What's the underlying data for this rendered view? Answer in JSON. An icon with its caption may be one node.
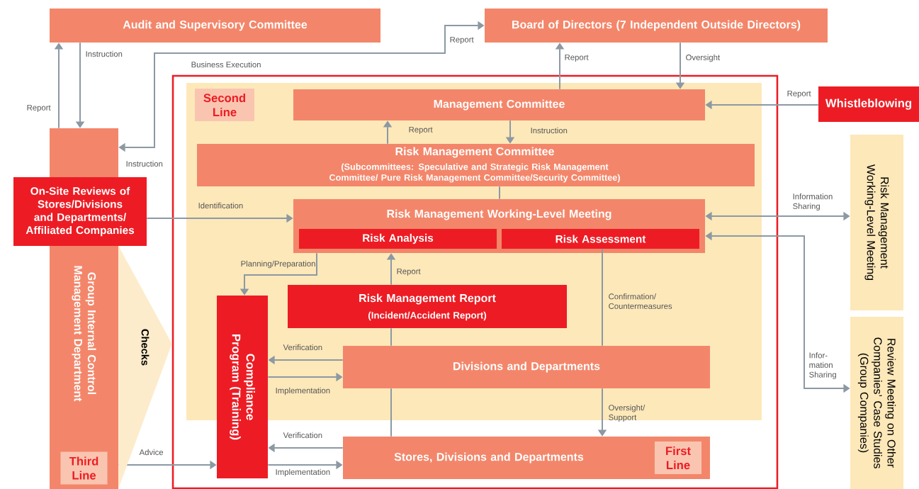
{
  "diagram": {
    "nodes": [
      {
        "text": [
          "Audit and Supervisory Committee"
        ]
      },
      {
        "text": [
          "Board of Directors (7 Independent Outside Directors)"
        ]
      },
      {
        "text": [
          "Group Internal Control Management Department",
          "Third Line"
        ]
      },
      {
        "text": [
          "On-Site Reviews of Stores/Divisions and Departments/ Affiliated Companies"
        ]
      },
      {
        "text": [],
        "shape": "box"
      },
      {
        "text": [
          "Second Line"
        ],
        "in": 4
      },
      {
        "text": [
          "Management Committee"
        ],
        "in": 5
      },
      {
        "text": [
          "Risk Management Committee",
          "(Subcommittees: Speculative and Strategic Risk Management Committee/ Pure Risk Management Committee/Security Committee)"
        ],
        "in": 5
      },
      {
        "text": [
          "Risk Management Working-Level Meeting"
        ],
        "in": 5
      },
      {
        "text": [
          "Risk Analysis"
        ],
        "in": 8
      },
      {
        "text": [
          "Risk Assessment"
        ],
        "in": 8
      },
      {
        "text": [
          "Compliance Program (Training)"
        ],
        "in": 4
      },
      {
        "text": [
          "Risk Management Report",
          "(Incident/Accident Report)"
        ],
        "in": 5
      },
      {
        "text": [
          "Divisions and Departments"
        ],
        "in": 5
      },
      {
        "text": [
          "Stores, Divisions and Departments",
          "First Line"
        ],
        "in": 4
      },
      {
        "text": [
          "Whistleblowing"
        ]
      },
      {
        "text": [
          "Risk Management Working-Level Meeting"
        ]
      },
      {
        "text": [
          "Review Meeting on Other Companies’ Case Studies (Group Companies)"
        ]
      }
    ],
    "edges": [
      {
        "from": 2,
        "to": 0,
        "arrow": "to",
        "label": "Report"
      },
      {
        "from": 0,
        "to": 2,
        "arrow": "to",
        "label": "Instruction"
      },
      {
        "from": 2,
        "to": 1,
        "arrow": "both",
        "label": "Business Execution"
      },
      {
        "from": 6,
        "to": 1,
        "arrow": "to",
        "label": "Report"
      },
      {
        "from": 1,
        "to": 6,
        "arrow": "to",
        "label": "Oversight"
      },
      {
        "from": 7,
        "to": 6,
        "arrow": "to",
        "label": "Report"
      },
      {
        "from": 6,
        "to": 7,
        "arrow": "to",
        "label": "Instruction"
      },
      {
        "from": 7,
        "to": 8,
        "arrow": "none"
      },
      {
        "from": 3,
        "to": 8,
        "arrow": "to",
        "label": "Identification"
      },
      {
        "from": 15,
        "to": 6,
        "arrow": "to",
        "label": "Report"
      },
      {
        "from": 8,
        "to": 16,
        "arrow": "both",
        "label": "Information Sharing"
      },
      {
        "from": 8,
        "to": 17,
        "arrow": "both",
        "label": "Infor- mation Sharing"
      },
      {
        "from": 8,
        "to": 11,
        "arrow": "to",
        "label": "Planning/Preparation"
      },
      {
        "from": 12,
        "to": 8,
        "arrow": "to",
        "label": "Report"
      },
      {
        "from": 13,
        "to": 12,
        "arrow": "none"
      },
      {
        "from": 10,
        "to": 13,
        "arrow": "none",
        "label": "Confirmation/ Countermeasures"
      },
      {
        "from": 13,
        "to": 11,
        "arrow": "to",
        "label": "Verification"
      },
      {
        "from": 11,
        "to": 13,
        "arrow": "to",
        "label": "Implementation"
      },
      {
        "from": 13,
        "to": 14,
        "arrow": "to",
        "label": "Oversight/ Support"
      },
      {
        "from": 14,
        "to": 11,
        "arrow": "to",
        "label": "Verification"
      },
      {
        "from": 11,
        "to": 14,
        "arrow": "to",
        "label": "Implementation"
      },
      {
        "from": 2,
        "to": 11,
        "arrow": "to",
        "label": "Advice"
      },
      {
        "from": 14,
        "to": 13,
        "arrow": "none"
      },
      {
        "from": 2,
        "to": 4,
        "arrow": "to",
        "label": "Checks"
      }
    ],
    "labels": [
      "Report",
      "Instruction"
    ]
  }
}
